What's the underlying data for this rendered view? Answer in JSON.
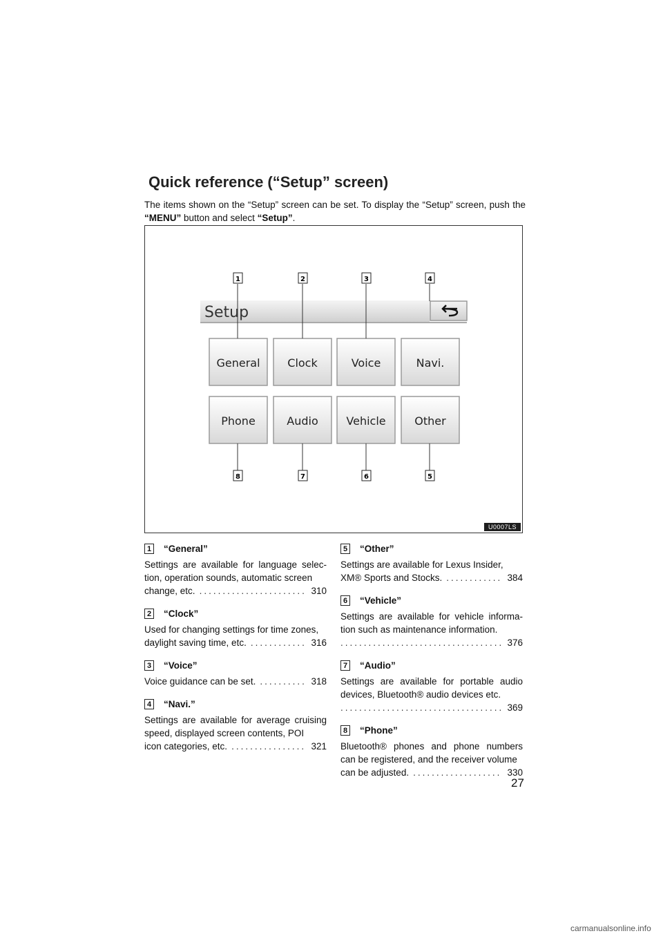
{
  "title": "Quick reference (“Setup” screen)",
  "intro": {
    "part1": "The items shown on the “Setup” screen can be set.  To display the “Setup” screen, push the ",
    "menu": "“MENU”",
    "part2": " button and select ",
    "setup": "“Setup”",
    "part3": "."
  },
  "figure": {
    "screen_title": "Setup",
    "back_icon": "return-arrow-icon",
    "code": "U0007LS",
    "callouts_top": [
      "1",
      "2",
      "3",
      "4"
    ],
    "callouts_bottom": [
      "8",
      "7",
      "6",
      "5"
    ],
    "buttons_row1": [
      "General",
      "Clock",
      "Voice",
      "Navi."
    ],
    "buttons_row2": [
      "Phone",
      "Audio",
      "Vehicle",
      "Other"
    ]
  },
  "entries_left": [
    {
      "num": "1",
      "label": "“General”",
      "desc": "Settings are available for language selec-tion, operation sounds, automatic screen",
      "lead": "change, etc.",
      "page": "310"
    },
    {
      "num": "2",
      "label": "“Clock”",
      "desc": "Used for changing settings for time zones,",
      "lead": "daylight saving time, etc.",
      "page": "316"
    },
    {
      "num": "3",
      "label": "“Voice”",
      "desc": "",
      "lead": "Voice guidance can be set.",
      "page": "318"
    },
    {
      "num": "4",
      "label": "“Navi.”",
      "desc": "Settings are available for average cruising speed, displayed screen contents, POI",
      "lead": "icon categories, etc.",
      "page": "321"
    }
  ],
  "entries_right": [
    {
      "num": "5",
      "label": "“Other”",
      "desc": "Settings are available for Lexus Insider,",
      "lead": "XM® Sports and Stocks.",
      "page": "384"
    },
    {
      "num": "6",
      "label": "“Vehicle”",
      "desc": "Settings are available for vehicle informa-tion such as maintenance information.",
      "lead": "",
      "page": "376"
    },
    {
      "num": "7",
      "label": "“Audio”",
      "desc": "Settings are available for portable audio devices, Bluetooth® audio devices etc.",
      "lead": "",
      "page": "369"
    },
    {
      "num": "8",
      "label": "“Phone”",
      "desc": "Bluetooth® phones and phone numbers can be registered, and the receiver volume",
      "lead": "can be adjusted.",
      "page": "330"
    }
  ],
  "page_number": "27",
  "footer": "carmanualsonline.info"
}
